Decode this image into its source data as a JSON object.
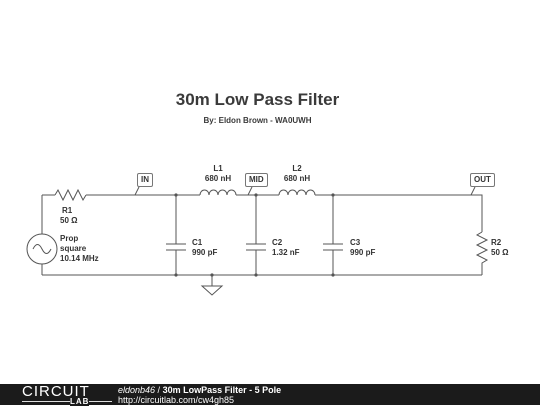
{
  "title": "30m Low Pass Filter",
  "subtitle": "By: Eldon Brown - WA0UWH",
  "colors": {
    "wire": "#555555",
    "footer_bg": "#1b1b1b",
    "text": "#333333"
  },
  "components": {
    "R1": {
      "name": "R1",
      "value": "50 Ω"
    },
    "source": {
      "line1": "Prop",
      "line2": "square",
      "line3": "10.14 MHz"
    },
    "L1": {
      "name": "L1",
      "value": "680 nH"
    },
    "L2": {
      "name": "L2",
      "value": "680 nH"
    },
    "C1": {
      "name": "C1",
      "value": "990 pF"
    },
    "C2": {
      "name": "C2",
      "value": "1.32 nF"
    },
    "C3": {
      "name": "C3",
      "value": "990 pF"
    },
    "R2": {
      "name": "R2",
      "value": "50 Ω"
    }
  },
  "nodes": {
    "in": "IN",
    "mid": "MID",
    "out": "OUT"
  },
  "footer": {
    "logo_top": "CIRCUIT",
    "logo_bottom": "LAB",
    "user": "eldonb46",
    "separator": " / ",
    "circuit_title": "30m LowPass Filter - 5 Pole",
    "url": "http://circuitlab.com/cw4gh85"
  }
}
